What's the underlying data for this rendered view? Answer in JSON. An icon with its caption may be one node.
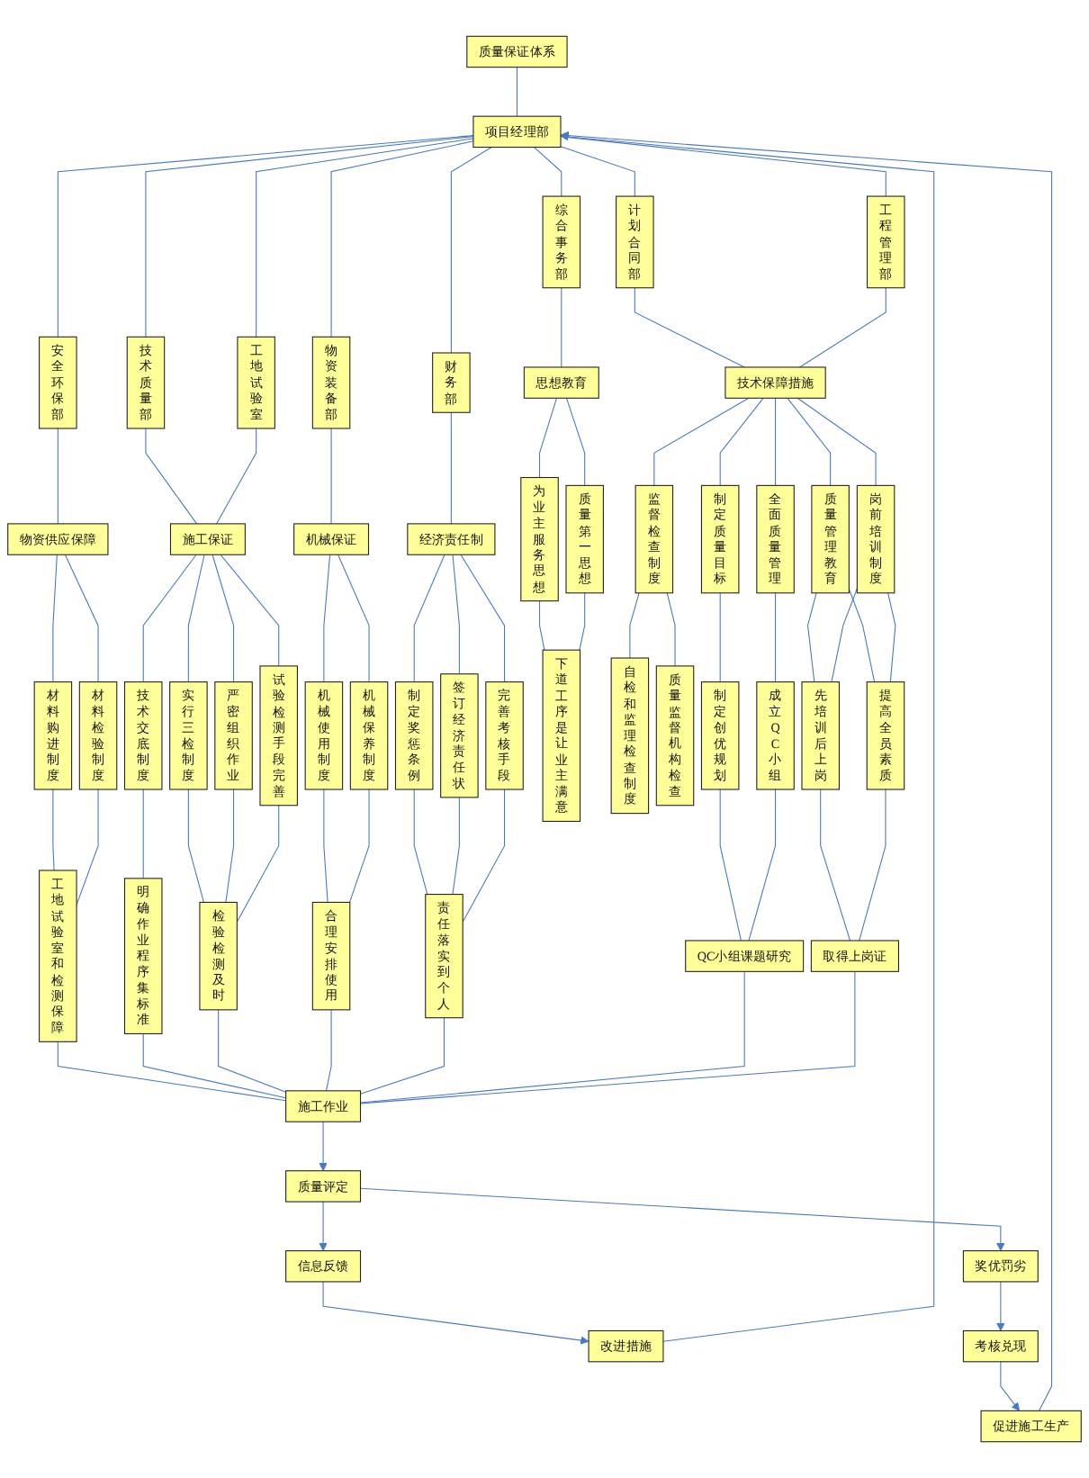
{
  "diagram": {
    "nodes": [
      {
        "text": [
          "质量保证体系"
        ]
      },
      {
        "text": [
          "项目经理部"
        ]
      },
      {
        "text": [
          "综合事务部"
        ]
      },
      {
        "text": [
          "计划合同部"
        ]
      },
      {
        "text": [
          "工程管理部"
        ]
      },
      {
        "text": [
          "安全环保部"
        ]
      },
      {
        "text": [
          "技术质量部"
        ]
      },
      {
        "text": [
          "工地试验室"
        ]
      },
      {
        "text": [
          "物资装备部"
        ]
      },
      {
        "text": [
          "财务部"
        ]
      },
      {
        "text": [
          "思想教育"
        ]
      },
      {
        "text": [
          "技术保障措施"
        ]
      },
      {
        "text": [
          "物资供应保障"
        ]
      },
      {
        "text": [
          "施工保证"
        ]
      },
      {
        "text": [
          "机械保证"
        ]
      },
      {
        "text": [
          "经济责任制"
        ]
      },
      {
        "text": [
          "为业主服务思想"
        ]
      },
      {
        "text": [
          "质量第一思想"
        ]
      },
      {
        "text": [
          "监督检查制度"
        ]
      },
      {
        "text": [
          "制定质量目标"
        ]
      },
      {
        "text": [
          "全面质量管理"
        ]
      },
      {
        "text": [
          "质量管理教育"
        ]
      },
      {
        "text": [
          "岗前培训制度"
        ]
      },
      {
        "text": [
          "材料购进制度"
        ]
      },
      {
        "text": [
          "材料检验制度"
        ]
      },
      {
        "text": [
          "技术交底制度"
        ]
      },
      {
        "text": [
          "实行三检制度"
        ]
      },
      {
        "text": [
          "严密组织作业"
        ]
      },
      {
        "text": [
          "试验检测手段完善"
        ]
      },
      {
        "text": [
          "机械使用制度"
        ]
      },
      {
        "text": [
          "机械保养制度"
        ]
      },
      {
        "text": [
          "制定奖惩条例"
        ]
      },
      {
        "text": [
          "签订经济责任状"
        ]
      },
      {
        "text": [
          "完善考核手段"
        ]
      },
      {
        "text": [
          "下道工序是让业主满意"
        ]
      },
      {
        "text": [
          "自检和监理检查制度"
        ]
      },
      {
        "text": [
          "质量监督机构检查"
        ]
      },
      {
        "text": [
          "制定创优规划"
        ]
      },
      {
        "text": [
          "成立QC小组"
        ]
      },
      {
        "text": [
          "先培训后上岗"
        ]
      },
      {
        "text": [
          "提高全员素质"
        ]
      },
      {
        "text": [
          "工地试验室和检测保障"
        ]
      },
      {
        "text": [
          "明确作业程序集标准"
        ]
      },
      {
        "text": [
          "检验检测及时"
        ]
      },
      {
        "text": [
          "合理安排使用"
        ]
      },
      {
        "text": [
          "责任落实到个人"
        ]
      },
      {
        "text": [
          "QC小组课题研究"
        ]
      },
      {
        "text": [
          "取得上岗证"
        ]
      },
      {
        "text": [
          "施工作业"
        ]
      },
      {
        "text": [
          "促进施工生产"
        ]
      },
      {
        "text": [
          "改进措施"
        ]
      },
      {
        "text": [
          "信息反馈"
        ]
      },
      {
        "text": [
          "质量评定"
        ]
      },
      {
        "text": [
          "奖优罚劣"
        ]
      },
      {
        "text": [
          "考核兑现"
        ]
      }
    ],
    "edges": [
      {
        "from": 0,
        "to": 1,
        "arrow": "none"
      },
      {
        "from": 1,
        "to": 2,
        "arrow": "none"
      },
      {
        "from": 1,
        "to": 3,
        "arrow": "none"
      },
      {
        "from": 1,
        "to": 4,
        "arrow": "none"
      },
      {
        "from": 1,
        "to": 5,
        "arrow": "none"
      },
      {
        "from": 1,
        "to": 6,
        "arrow": "none"
      },
      {
        "from": 1,
        "to": 7,
        "arrow": "none"
      },
      {
        "from": 1,
        "to": 8,
        "arrow": "none"
      },
      {
        "from": 1,
        "to": 9,
        "arrow": "none"
      },
      {
        "from": 2,
        "to": 10,
        "arrow": "none"
      },
      {
        "from": 3,
        "to": 11,
        "arrow": "none"
      },
      {
        "from": 4,
        "to": 11,
        "arrow": "none"
      },
      {
        "from": 5,
        "to": 12,
        "arrow": "none"
      },
      {
        "from": 6,
        "to": 13,
        "arrow": "none"
      },
      {
        "from": 7,
        "to": 13,
        "arrow": "none"
      },
      {
        "from": 8,
        "to": 14,
        "arrow": "none"
      },
      {
        "from": 9,
        "to": 15,
        "arrow": "none"
      },
      {
        "from": 10,
        "to": 16,
        "arrow": "none"
      },
      {
        "from": 10,
        "to": 17,
        "arrow": "none"
      },
      {
        "from": 11,
        "to": 18,
        "arrow": "none"
      },
      {
        "from": 11,
        "to": 19,
        "arrow": "none"
      },
      {
        "from": 11,
        "to": 20,
        "arrow": "none"
      },
      {
        "from": 11,
        "to": 21,
        "arrow": "none"
      },
      {
        "from": 11,
        "to": 22,
        "arrow": "none"
      },
      {
        "from": 12,
        "to": 23,
        "arrow": "none"
      },
      {
        "from": 12,
        "to": 24,
        "arrow": "none"
      },
      {
        "from": 13,
        "to": 25,
        "arrow": "none"
      },
      {
        "from": 13,
        "to": 26,
        "arrow": "none"
      },
      {
        "from": 13,
        "to": 27,
        "arrow": "none"
      },
      {
        "from": 13,
        "to": 28,
        "arrow": "none"
      },
      {
        "from": 14,
        "to": 29,
        "arrow": "none"
      },
      {
        "from": 14,
        "to": 30,
        "arrow": "none"
      },
      {
        "from": 15,
        "to": 31,
        "arrow": "none"
      },
      {
        "from": 15,
        "to": 32,
        "arrow": "none"
      },
      {
        "from": 15,
        "to": 33,
        "arrow": "none"
      },
      {
        "from": 16,
        "to": 34,
        "arrow": "none"
      },
      {
        "from": 17,
        "to": 34,
        "arrow": "none"
      },
      {
        "from": 18,
        "to": 35,
        "arrow": "none"
      },
      {
        "from": 18,
        "to": 36,
        "arrow": "none"
      },
      {
        "from": 19,
        "to": 37,
        "arrow": "none"
      },
      {
        "from": 20,
        "to": 38,
        "arrow": "none"
      },
      {
        "from": 21,
        "to": 39,
        "arrow": "none"
      },
      {
        "from": 21,
        "to": 40,
        "arrow": "none"
      },
      {
        "from": 22,
        "to": 39,
        "arrow": "none"
      },
      {
        "from": 22,
        "to": 40,
        "arrow": "none"
      },
      {
        "from": 23,
        "to": 41,
        "arrow": "none"
      },
      {
        "from": 24,
        "to": 41,
        "arrow": "none"
      },
      {
        "from": 25,
        "to": 42,
        "arrow": "none"
      },
      {
        "from": 26,
        "to": 43,
        "arrow": "none"
      },
      {
        "from": 27,
        "to": 43,
        "arrow": "none"
      },
      {
        "from": 28,
        "to": 43,
        "arrow": "none"
      },
      {
        "from": 29,
        "to": 44,
        "arrow": "none"
      },
      {
        "from": 30,
        "to": 44,
        "arrow": "none"
      },
      {
        "from": 31,
        "to": 45,
        "arrow": "none"
      },
      {
        "from": 32,
        "to": 45,
        "arrow": "none"
      },
      {
        "from": 33,
        "to": 45,
        "arrow": "none"
      },
      {
        "from": 37,
        "to": 46,
        "arrow": "none"
      },
      {
        "from": 38,
        "to": 46,
        "arrow": "none"
      },
      {
        "from": 39,
        "to": 47,
        "arrow": "none"
      },
      {
        "from": 40,
        "to": 47,
        "arrow": "none"
      },
      {
        "from": 41,
        "to": 48,
        "arrow": "none"
      },
      {
        "from": 42,
        "to": 48,
        "arrow": "none"
      },
      {
        "from": 43,
        "to": 48,
        "arrow": "none"
      },
      {
        "from": 44,
        "to": 48,
        "arrow": "none"
      },
      {
        "from": 45,
        "to": 48,
        "arrow": "none"
      },
      {
        "from": 46,
        "to": 48,
        "arrow": "none"
      },
      {
        "from": 47,
        "to": 48,
        "arrow": "none"
      },
      {
        "from": 48,
        "to": 52,
        "arrow": "to"
      },
      {
        "from": 52,
        "to": 51,
        "arrow": "to"
      },
      {
        "from": 51,
        "to": 50,
        "arrow": "to"
      },
      {
        "from": 52,
        "to": 53,
        "arrow": "to"
      },
      {
        "from": 53,
        "to": 54,
        "arrow": "to"
      },
      {
        "from": 54,
        "to": 49,
        "arrow": "to"
      },
      {
        "from": 50,
        "to": 1,
        "arrow": "to"
      },
      {
        "from": 49,
        "to": 1,
        "arrow": "to"
      }
    ]
  }
}
